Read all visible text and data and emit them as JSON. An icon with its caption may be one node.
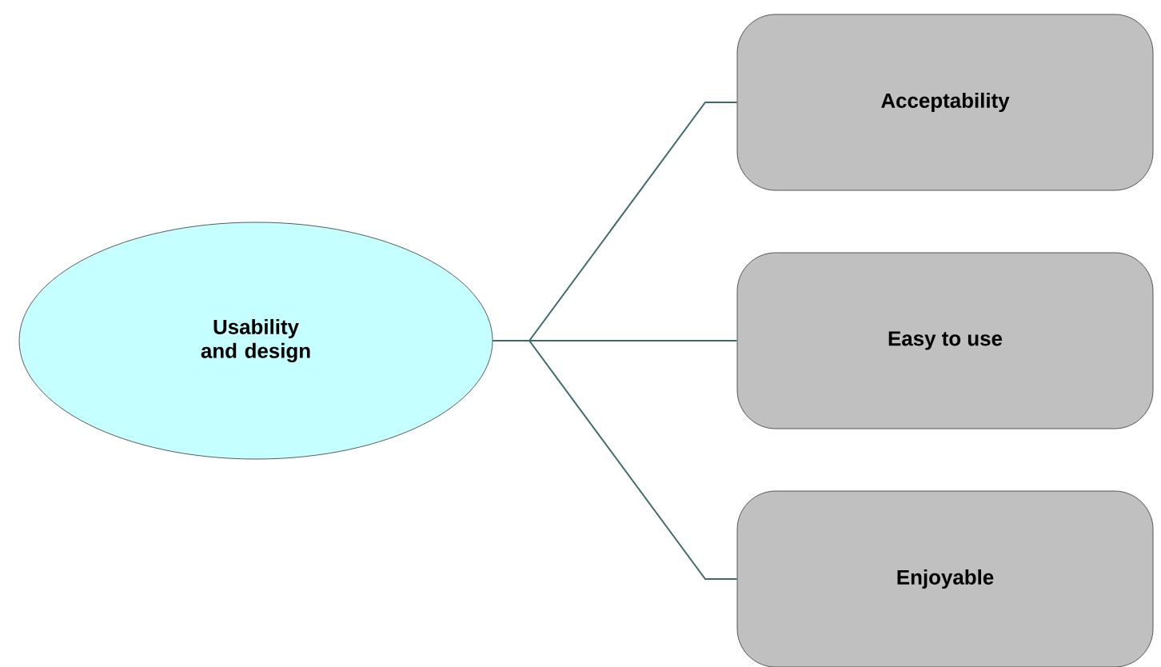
{
  "diagram": {
    "nodes": [
      {
        "text": [
          "Usability and design"
        ]
      },
      {
        "text": [
          "Acceptability"
        ]
      },
      {
        "text": [
          "Easy to use"
        ]
      },
      {
        "text": [
          "Enjoyable"
        ]
      }
    ],
    "edges": [
      {
        "from": 0,
        "to": 1,
        "arrow": "none"
      },
      {
        "from": 0,
        "to": 2,
        "arrow": "none"
      },
      {
        "from": 0,
        "to": 3,
        "arrow": "none"
      }
    ]
  }
}
